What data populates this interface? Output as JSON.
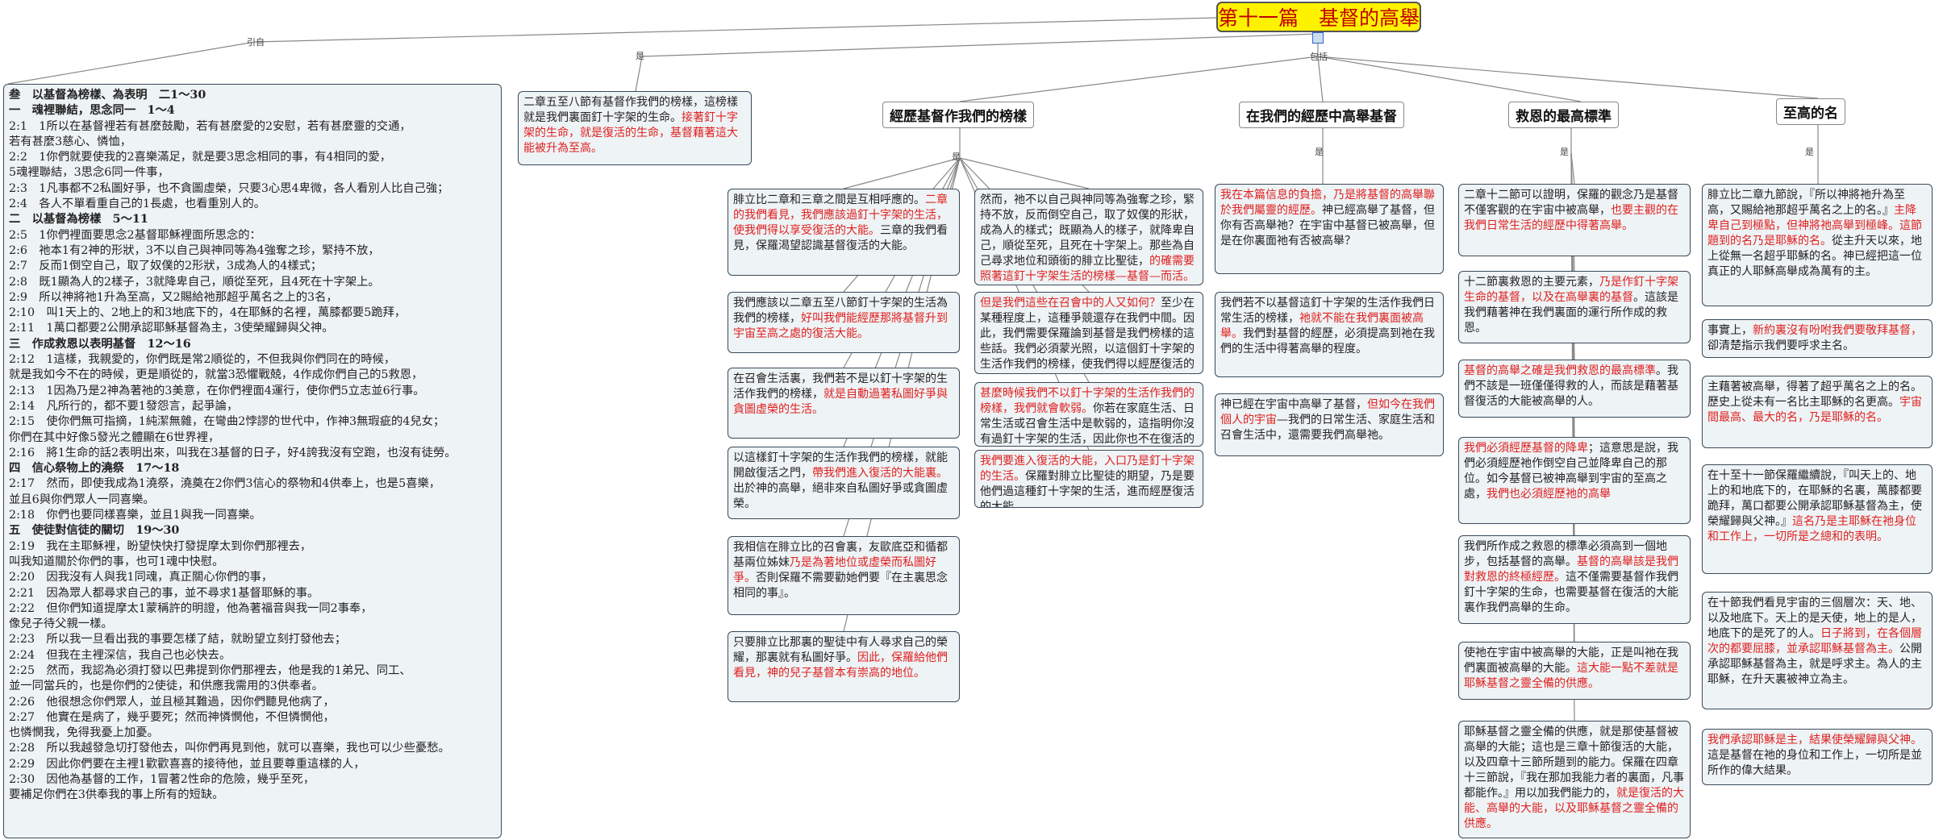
{
  "title": "第十一篇　基督的高舉",
  "branch_labels": {
    "intro": "引自",
    "main": "是",
    "include": "包括",
    "b1": "是",
    "b2": "是",
    "b3": "是",
    "b4": "是"
  },
  "outline": [
    {
      "t": "叁　以基督為榜樣、為表明　二1～30",
      "b": true
    },
    {
      "t": "一　魂裡聯結，思念同一　1～4",
      "b": true
    },
    {
      "t": "2:1　1所以在基督裡若有甚麼鼓勵，若有甚麼愛的2安慰，若有甚麼靈的交通，"
    },
    {
      "t": "若有甚麼3慈心、憐恤，"
    },
    {
      "t": "2:2　1你們就要使我的2喜樂滿足，就是要3思念相同的事，有4相同的愛，"
    },
    {
      "t": "5魂裡聯結，3思念6同一件事，"
    },
    {
      "t": "2:3　1凡事都不2私圖好爭，也不貪圖虛榮，只要3心思4卑微，各人看別人比自己強；"
    },
    {
      "t": "2:4　各人不單看重自己的1長處，也看重別人的。"
    },
    {
      "t": "二　以基督為榜樣　5～11",
      "b": true
    },
    {
      "t": "2:5　1你們裡面要思念2基督耶穌裡面所思念的："
    },
    {
      "t": "2:6　祂本1有2神的形狀，3不以自己與神同等為4強奪之珍，緊持不放，"
    },
    {
      "t": "2:7　反而1倒空自己，取了奴僕的2形狀，3成為人的4樣式；"
    },
    {
      "t": "2:8　既1顯為人的2樣子，3就降卑自己，順從至死，且4死在十字架上。"
    },
    {
      "t": "2:9　所以神將祂1升為至高，又2賜給祂那超乎萬名之上的3名，"
    },
    {
      "t": "2:10　叫1天上的、2地上的和3地底下的，4在耶穌的名裡，萬膝都要5跪拜，"
    },
    {
      "t": "2:11　1萬口都要2公開承認耶穌基督為主，3使榮耀歸與父神。"
    },
    {
      "t": "三　作成救恩以表明基督　12～16",
      "b": true
    },
    {
      "t": "2:12　1這樣，我親愛的，你們既是常2順從的，不但我與你們同在的時候，"
    },
    {
      "t": "就是我如今不在的時候，更是順從的，就當3恐懼戰兢，4作成你們自己的5救恩，"
    },
    {
      "t": "2:13　1因為乃是2神為著祂的3美意，在你們裡面4運行，使你們5立志並6行事。"
    },
    {
      "t": "2:14　凡所行的，都不要1發怨言，起爭論，"
    },
    {
      "t": "2:15　使你們無可指摘，1純潔無雜，在彎曲2悖謬的世代中，作神3無瑕疵的4兒女；"
    },
    {
      "t": "你們在其中好像5發光之體顯在6世界裡，"
    },
    {
      "t": "2:16　將1生命的話2表明出來，叫我在3基督的日子，好4誇我沒有空跑，也沒有徒勞。"
    },
    {
      "t": "四　信心祭物上的澆祭　17～18",
      "b": true
    },
    {
      "t": "2:17　然而，即使我成為1澆祭，澆奠在2你們3信心的祭物和4供奉上，也是5喜樂，"
    },
    {
      "t": "並且6與你們眾人一同喜樂。"
    },
    {
      "t": "2:18　你們也要同樣喜樂，並且1與我一同喜樂。"
    },
    {
      "t": "五　使徒對信徒的關切　19～30",
      "b": true
    },
    {
      "t": "2:19　我在主耶穌裡，盼望快快打發提摩太到你們那裡去，"
    },
    {
      "t": "叫我知道關於你們的事，也可1魂中快慰。"
    },
    {
      "t": "2:20　因我沒有人與我1同魂，真正關心你們的事，"
    },
    {
      "t": "2:21　因為眾人都尋求自己的事，並不尋求1基督耶穌的事。"
    },
    {
      "t": "2:22　但你們知道提摩太1蒙稱許的明證，他為著福音與我一同2事奉，"
    },
    {
      "t": "像兒子待父親一樣。"
    },
    {
      "t": "2:23　所以我一旦看出我的事要怎樣了結，就盼望立刻打發他去；"
    },
    {
      "t": "2:24　但我在主裡深信，我自己也必快去。"
    },
    {
      "t": "2:25　然而，我認為必須打發以巴弗提到你們那裡去，他是我的1弟兄、同工、"
    },
    {
      "t": "並一同當兵的，也是你們的2使徒，和供應我需用的3供奉者。"
    },
    {
      "t": "2:26　他很想念你們眾人，並且極其難過，因你們聽見他病了，"
    },
    {
      "t": "2:27　他實在是病了，幾乎要死；然而神憐憫他，不但憐憫他，"
    },
    {
      "t": "也憐憫我，免得我憂上加憂。"
    },
    {
      "t": "2:28　所以我越發急切打發他去，叫你們再見到他，就可以喜樂，我也可以少些憂愁。"
    },
    {
      "t": "2:29　因此你們要在主裡1歡歡喜喜的接待他，並且要尊重這樣的人，"
    },
    {
      "t": "2:30　因他為基督的工作，1冒著2性命的危險，幾乎至死，"
    },
    {
      "t": "要補足你們在3供奉我的事上所有的短缺。"
    }
  ],
  "summary_box": {
    "a": "二章五至八節有基督作我們的榜樣，這榜樣就是我們裏面釘十字架的生命。",
    "r": "接著釘十字架的生命，就是復活的生命，基督藉著這大能被升為至高。"
  },
  "headings": {
    "h1": "經歷基督作我們的榜樣",
    "h2": "在我們的經歷中高舉基督",
    "h3": "救恩的最高標準",
    "h4": "至高的名"
  },
  "c1": [
    {
      "a": "腓立比二章和三章之間是互相呼應的。",
      "r": "二章的我們看見，我們應該過釘十字架的生活，使我們得以享受復活的大能。",
      "a2": "三章的我們看見，保羅渴望認識基督復活的大能。"
    },
    {
      "a": "我們應該以二章五至八節釘十字架的生活為我們的榜樣，",
      "r": "好叫我們能經歷那將基督升到宇宙至高之處的復活大能。",
      "a2": ""
    },
    {
      "a": "在召會生活裏，我們若不是以釘十字架的生活作我們的榜樣，",
      "r": "就是自動過著私圖好爭與貪圖虛榮的生活。",
      "a2": ""
    },
    {
      "a": "以這樣釘十字架的生活作我們的榜樣，就能開啟復活之門，",
      "r": "帶我們進入復活的大能裏。",
      "a2": "出於神的高舉，絕非來自私圖好爭或貪圖虛榮。"
    },
    {
      "a": "我相信在腓立比的召會裏，友歐底亞和循都基兩位姊妹",
      "r": "乃是為著地位或虛榮而私圖好爭。",
      "a2": "否則保羅不需要勸她們要『在主裏思念相同的事』。"
    },
    {
      "a": "只要腓立比那裏的聖徒中有人尋求自己的榮耀，那裏就有私圖好爭。",
      "r": "因此，保羅給他們看見，神的兒子基督本有崇高的地位。",
      "a2": ""
    }
  ],
  "c2": [
    {
      "a": "然而，祂不以自己與神同等為強奪之珍，緊持不放，反而倒空自己，取了奴僕的形狀，成為人的樣式；既顯為人的樣子，就降卑自己，順從至死，且死在十字架上。那些為自己尋求地位和頭銜的腓立比聖徒，",
      "r": "的確需要照著這釘十字架生活的榜樣—基督—而活。",
      "a2": ""
    },
    {
      "a": "",
      "r": "但是我們這些在召會中的人又如何？",
      "a2": "至少在某種程度上，這種爭競還存在我們中間。因此，我們需要保羅論到基督是我們榜樣的這些話。我們必須蒙光照，以這個釘十字架的生活作我們的榜樣，使我們得以經歷復活的大能。"
    },
    {
      "a": "",
      "r": "甚麼時候我們不以釘十字架的生活作我們的榜樣，我們就會軟弱。",
      "a2": "你若在家庭生活、日常生活或召會生活中是軟弱的，這指明你沒有過釘十字架的生活，因此你也不在復活的大能裏。"
    },
    {
      "a": "",
      "r": "我們要進入復活的大能，入口乃是釘十字架的生活。",
      "a2": "保羅對腓立比聖徒的期望，乃是要他們過這種釘十字架的生活，進而經歷復活的大能。"
    }
  ],
  "c3": [
    {
      "a": "",
      "r": "我在本篇信息的負擔，乃是將基督的高舉聯於我們屬靈的經歷。",
      "a2": "神已經高舉了基督，但你有否高舉祂？在宇宙中基督已被高舉，但是在你裏面祂有否被高舉？"
    },
    {
      "a": "我們若不以基督這釘十字架的生活作我們日常生活的榜樣，",
      "r": "祂就不能在我們裏面被高舉。",
      "a2": "我們對基督的經歷，必須提高到祂在我們的生活中得著高舉的程度。"
    },
    {
      "a": "神已經在宇宙中高舉了基督，",
      "r": "但如今在我們個人的宇宙",
      "a2": "—我們的日常生活、家庭生活和召會生活中，還需要我們高舉祂。"
    }
  ],
  "c4": [
    {
      "a": "二章十二節可以證明，保羅的觀念乃是基督不僅客觀的在宇宙中被高舉，",
      "r": "也要主觀的在我們日常生活的經歷中得著高舉。",
      "a2": ""
    },
    {
      "a": "十二節裏救恩的主要元素，",
      "r": "乃是作釘十字架生命的基督，以及在高舉裏的基督",
      "a2": "。這該是我們藉著神在我們裏面的運行所作成的救恩。"
    },
    {
      "a": "",
      "r": "基督的高舉之確是我們救恩的最高標準",
      "a2": "。我們不該是一班僅僅得救的人，而該是藉著基督復活的大能被高舉的人。"
    },
    {
      "a": "",
      "r": "我們必須經歷基督的降卑",
      "a2": "；這意思是說，我們必須經歷祂作倒空自己並降卑自己的那位。如今基督已被神高舉到宇宙的至高之處，",
      "r2": "我們也必須經歷祂的高舉"
    },
    {
      "a": "我們所作成之救恩的標準必須高到一個地步，包括基督的高舉。",
      "r": "基督的高舉該是我們對救恩的終極經歷。",
      "a2": "這不僅需要基督作我們釘十字架的生命，也需要基督在復活的大能裏作我們高舉的生命。"
    },
    {
      "a": "使祂在宇宙中被高舉的大能，正是叫祂在我們裏面被高舉的大能。",
      "r": "這大能一點不差就是耶穌基督之靈全備的供應。",
      "a2": ""
    },
    {
      "a": "耶穌基督之靈全備的供應，就是那使基督被高舉的大能；這也是三章十節復活的大能，以及四章十三節所題到的能力。保羅在四章十三節說，『我在那加我能力者的裏面，凡事都能作。』用以加我們能力的，",
      "r": "就是復活的大能、高舉的大能，以及耶穌基督之靈全備的供應。",
      "a2": ""
    }
  ],
  "c5": [
    {
      "a": "腓立比二章九節說，『所以神將祂升為至高，又賜給祂那超乎萬名之上的名。』",
      "r": "主降卑自己到極點，但神將祂高舉到極峰。這節題到的名乃是耶穌的名。",
      "a2": "從主升天以來，地上從無一名超乎耶穌的名。神已經把這一位真正的人耶穌高舉成為萬有的主。"
    },
    {
      "a": "事實上，",
      "r": "新約裏沒有吩咐我們要敬拜基督，",
      "a2": "卻清楚指示我們要呼求主名。"
    },
    {
      "a": "主藉著被高舉，得著了超乎萬名之上的名。歷史上從未有一名比主耶穌的名更高。",
      "r": "宇宙間最高、最大的名，乃是耶穌的名。",
      "a2": ""
    },
    {
      "a": "在十至十一節保羅繼續說，『叫天上的、地上的和地底下的，在耶穌的名裏，萬膝都要跪拜，萬口都要公開承認耶穌基督為主，使榮耀歸與父神。』",
      "r": "這名乃是主耶穌在祂身位和工作上，一切所是之總和的表明。",
      "a2": ""
    },
    {
      "a": "在十節我們看見宇宙的三個層次：天、地、以及地底下。天上的是天使，地上的是人，地底下的是死了的人。",
      "r": "日子將到，在各個層次的都要屈膝，並承認耶穌基督為主。",
      "a2": "公開承認耶穌基督為主，就是呼求主。為人的主耶穌，在升天裏被神立為主。"
    },
    {
      "a": "",
      "r": "我們承認耶穌是主，結果使榮耀歸與父神。",
      "a2": "這是基督在祂的身位和工作上，一切所是並所作的偉大結果。"
    }
  ]
}
